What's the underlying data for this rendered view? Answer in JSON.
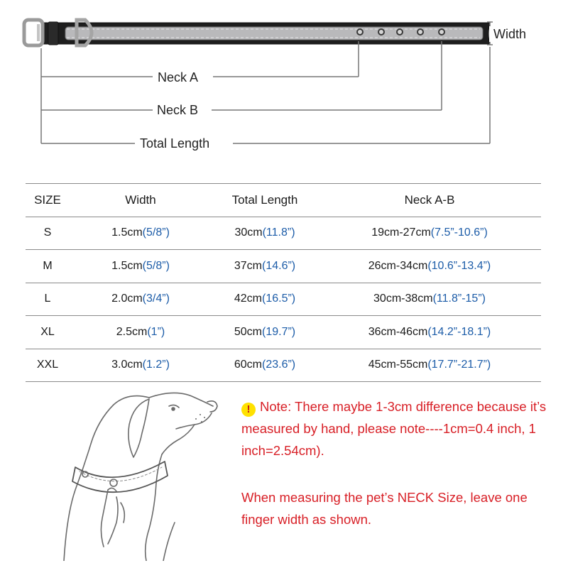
{
  "diagram": {
    "width_label": "Width",
    "neck_a_label": "Neck A",
    "neck_b_label": "Neck B",
    "total_length_label": "Total Length"
  },
  "table": {
    "headers": [
      "SIZE",
      "Width",
      "Total Length",
      "Neck A-B"
    ],
    "rows": [
      {
        "size": "S",
        "width_cm": "1.5cm",
        "width_in": "(5/8”)",
        "length_cm": "30cm",
        "length_in": "(11.8”)",
        "neck_cm": "19cm-27cm",
        "neck_in": "(7.5”-10.6”)"
      },
      {
        "size": "M",
        "width_cm": "1.5cm",
        "width_in": "(5/8”)",
        "length_cm": "37cm",
        "length_in": "(14.6”)",
        "neck_cm": "26cm-34cm",
        "neck_in": "(10.6”-13.4”)"
      },
      {
        "size": "L",
        "width_cm": "2.0cm",
        "width_in": "(3/4”)",
        "length_cm": "42cm",
        "length_in": "(16.5”)",
        "neck_cm": "30cm-38cm",
        "neck_in": "(11.8”-15”)"
      },
      {
        "size": "XL",
        "width_cm": "2.5cm",
        "width_in": "(1”)",
        "length_cm": "50cm",
        "length_in": "(19.7”)",
        "neck_cm": "36cm-46cm",
        "neck_in": "(14.2”-18.1”)"
      },
      {
        "size": "XXL",
        "width_cm": "3.0cm",
        "width_in": "(1.2”)",
        "length_cm": "60cm",
        "length_in": "(23.6”)",
        "neck_cm": "45cm-55cm",
        "neck_in": "(17.7”-21.7”)"
      }
    ]
  },
  "note": {
    "icon": "warning-icon",
    "icon_glyph": "!",
    "text": "Note: There maybe 1-3cm difference because it’s measured by hand, please note----1cm=0.4 inch, 1 inch=2.54cm).",
    "measure_text": "When measuring the pet’s NECK Size, leave one finger width as shown."
  },
  "colors": {
    "inch_text": "#1c5ca8",
    "note_text": "#d81f26",
    "warning_fill": "#ffe100"
  }
}
